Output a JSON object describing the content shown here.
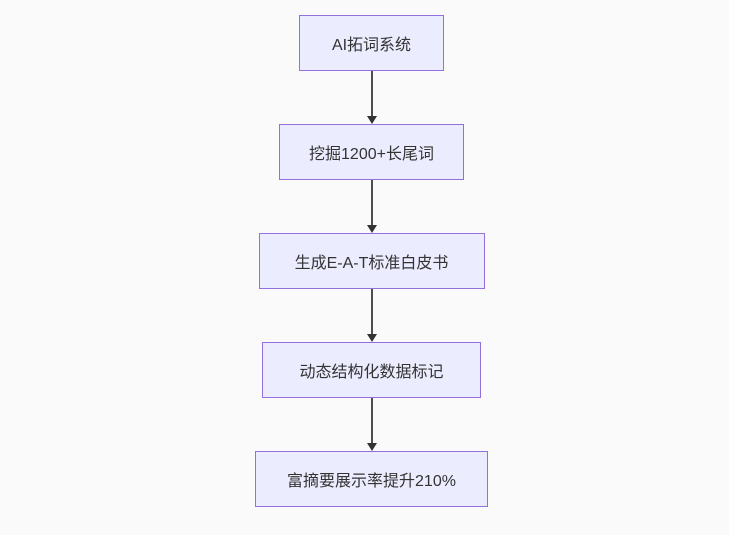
{
  "canvas": {
    "background_color": "#fafafa"
  },
  "diagram": {
    "type": "flowchart",
    "direction": "top-down",
    "style": {
      "node_fill_color": "#ECECFF",
      "node_border_color": "#9370DB",
      "node_text_color": "#333333",
      "arrow_color": "#333333"
    },
    "nodes": [
      {
        "label": "AI拓词系统"
      },
      {
        "label": "挖掘1200+长尾词"
      },
      {
        "label": "生成E-A-T标准白皮书"
      },
      {
        "label": "动态结构化数据标记"
      },
      {
        "label": "富摘要展示率提升210%"
      }
    ],
    "edges": [
      {
        "from": 0,
        "to": 1
      },
      {
        "from": 1,
        "to": 2
      },
      {
        "from": 2,
        "to": 3
      },
      {
        "from": 3,
        "to": 4
      }
    ]
  }
}
